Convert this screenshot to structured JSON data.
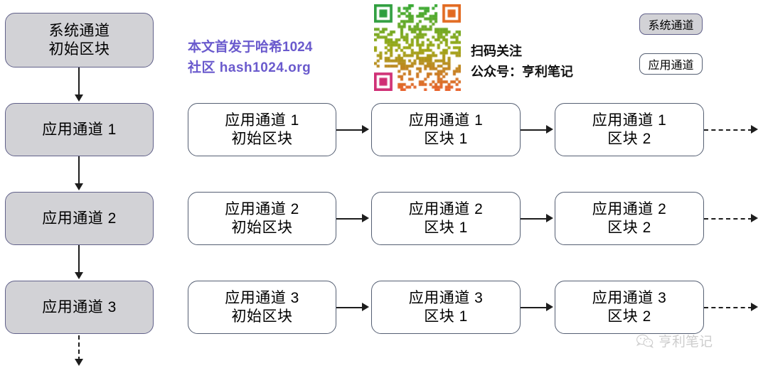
{
  "diagram": {
    "title": "multi-channel blockchain ledger diagram",
    "system_channel_color": "#d2d2d6",
    "app_channel_color": "#ffffff",
    "border_color": "#555f73",
    "system_border_color": "#61618a",
    "arrow_color": "#1d1d1d"
  },
  "left_column": {
    "nodes": [
      {
        "line1": "系统通道",
        "line2": "初始区块",
        "type": "system"
      },
      {
        "line1": "应用通道 1",
        "line2": "",
        "type": "system"
      },
      {
        "line1": "应用通道 2",
        "line2": "",
        "type": "system"
      },
      {
        "line1": "应用通道 3",
        "line2": "",
        "type": "system"
      }
    ],
    "trailing_arrow": "dashed-down"
  },
  "rows": [
    {
      "label": "应用通道 1",
      "blocks": [
        {
          "line1": "应用通道 1",
          "line2": "初始区块"
        },
        {
          "line1": "应用通道 1",
          "line2": "区块 1"
        },
        {
          "line1": "应用通道 1",
          "line2": "区块 2"
        }
      ],
      "trailing_arrow": "dashed-right"
    },
    {
      "label": "应用通道 2",
      "blocks": [
        {
          "line1": "应用通道 2",
          "line2": "初始区块"
        },
        {
          "line1": "应用通道 2",
          "line2": "区块 1"
        },
        {
          "line1": "应用通道 2",
          "line2": "区块 2"
        }
      ],
      "trailing_arrow": "dashed-right"
    },
    {
      "label": "应用通道 3",
      "blocks": [
        {
          "line1": "应用通道 3",
          "line2": "初始区块"
        },
        {
          "line1": "应用通道 3",
          "line2": "区块 1"
        },
        {
          "line1": "应用通道 3",
          "line2": "区块 2"
        }
      ],
      "trailing_arrow": "dashed-right"
    }
  ],
  "promo": {
    "line1": "本文首发于哈希1024",
    "line2": "社区  hash1024.org",
    "color": "#6a5acd"
  },
  "qr": {
    "icon": "qr-code",
    "caption_line1": "扫码关注",
    "caption_line2": "公众号：亨利笔记",
    "color_top": "#3aaa35",
    "color_mid": "#9aa816",
    "color_bottom": "#e8622a",
    "finder_tl_color": "#2e9e3e",
    "finder_tr_color": "#e2691f",
    "finder_bl_color": "#cf2d74"
  },
  "legend": {
    "items": [
      {
        "label": "系统通道",
        "type": "system"
      },
      {
        "label": "应用通道",
        "type": "app"
      }
    ]
  },
  "watermark": {
    "icon": "wechat-icon",
    "label": "亨利笔记"
  }
}
